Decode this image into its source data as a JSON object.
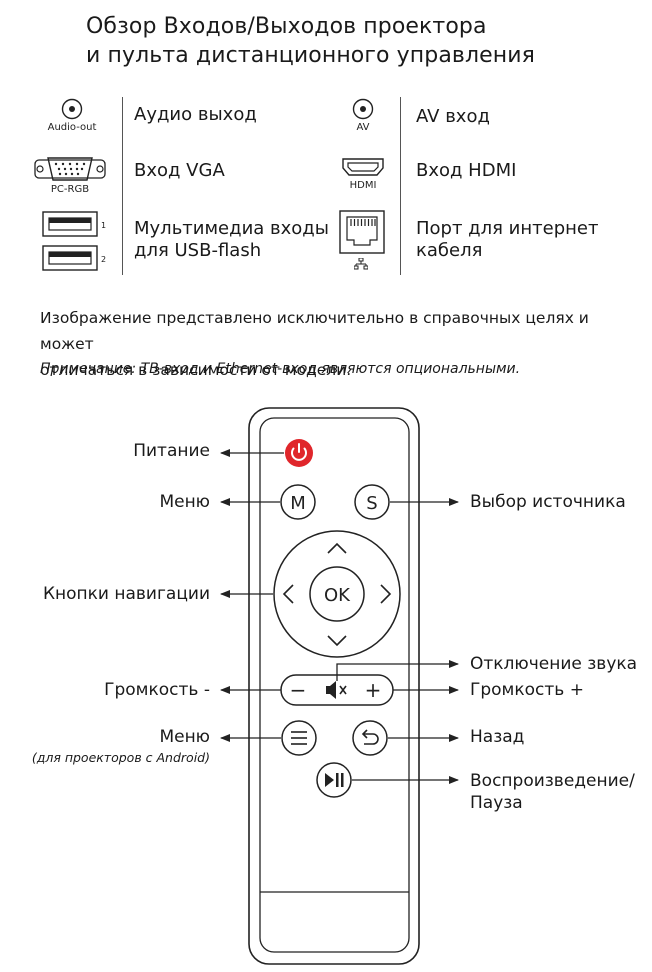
{
  "title": {
    "line1": "Обзор Входов/Выходов проектора",
    "line2": "и пульта дистанционного управления"
  },
  "ports": {
    "audio_out": {
      "caption": "Audio-out",
      "label": "Аудио выход"
    },
    "av_in": {
      "caption": "AV",
      "label": "AV вход"
    },
    "vga": {
      "caption": "PC-RGB",
      "label": "Вход VGA"
    },
    "hdmi": {
      "caption": "HDMI",
      "label": "Вход HDMI"
    },
    "usb": {
      "index1": "1",
      "index2": "2",
      "label_line1": "Мультимедиа входы",
      "label_line2": "для USB-flash"
    },
    "ethernet": {
      "label_line1": "Порт для интернет",
      "label_line2": "кабеля"
    }
  },
  "disclaimer": {
    "line1": "Изображение представлено исключительно в справочных целях и может",
    "line2": "отличаться в зависимости от модели."
  },
  "note": "Примечание: ТВ-вход и Ethernet-вход являются опциональными.",
  "remote": {
    "buttons": {
      "menu_m": "M",
      "source_s": "S",
      "ok": "OK",
      "vol_minus": "−",
      "vol_plus": "+"
    },
    "labels": {
      "power": "Питание",
      "menu": "Меню",
      "source": "Выбор источника",
      "navigation": "Кнопки навигации",
      "mute": "Отключение звука",
      "vol_down": "Громкость -",
      "vol_up": "Громкость +",
      "menu_android": "Меню",
      "menu_android_sub": "(для проекторов с Android)",
      "back": "Назад",
      "play_pause_line1": "Воспроизведение/",
      "play_pause_line2": "Пауза"
    },
    "colors": {
      "power": "#e0262b",
      "outline": "#222222"
    }
  }
}
